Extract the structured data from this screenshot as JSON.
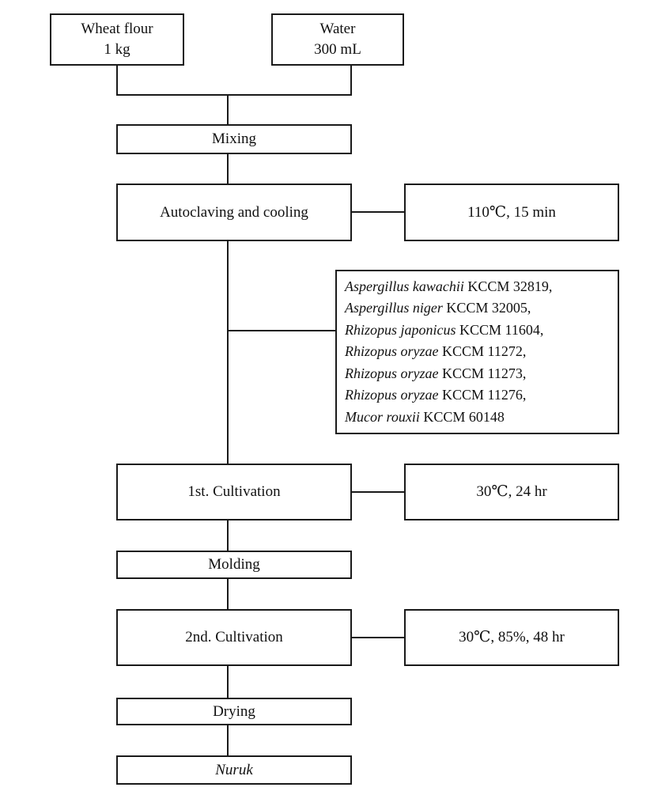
{
  "inputs": {
    "flour": {
      "name": "Wheat flour",
      "amount": "1 kg"
    },
    "water": {
      "name": "Water",
      "amount": "300 mL"
    }
  },
  "steps": {
    "mixing": "Mixing",
    "autoclaving": "Autoclaving and cooling",
    "first_cultivation": "1st. Cultivation",
    "molding": "Molding",
    "second_cultivation": "2nd. Cultivation",
    "drying": "Drying",
    "nuruk": "Nuruk"
  },
  "conditions": {
    "autoclaving": "110℃, 15 min",
    "first_cultivation": "30℃, 24 hr",
    "second_cultivation": "30℃, 85%, 48 hr"
  },
  "strains": [
    {
      "species": "Aspergillus kawachii",
      "strain": "KCCM 32819,"
    },
    {
      "species": "Aspergillus niger",
      "strain": "KCCM 32005,"
    },
    {
      "species": "Rhizopus japonicus",
      "strain": "KCCM 11604,"
    },
    {
      "species": "Rhizopus oryzae",
      "strain": "KCCM 11272,"
    },
    {
      "species": "Rhizopus oryzae",
      "strain": "KCCM 11273,"
    },
    {
      "species": "Rhizopus oryzae",
      "strain": "KCCM 11276,"
    },
    {
      "species": "Mucor rouxii",
      "strain": "KCCM 60148"
    }
  ]
}
